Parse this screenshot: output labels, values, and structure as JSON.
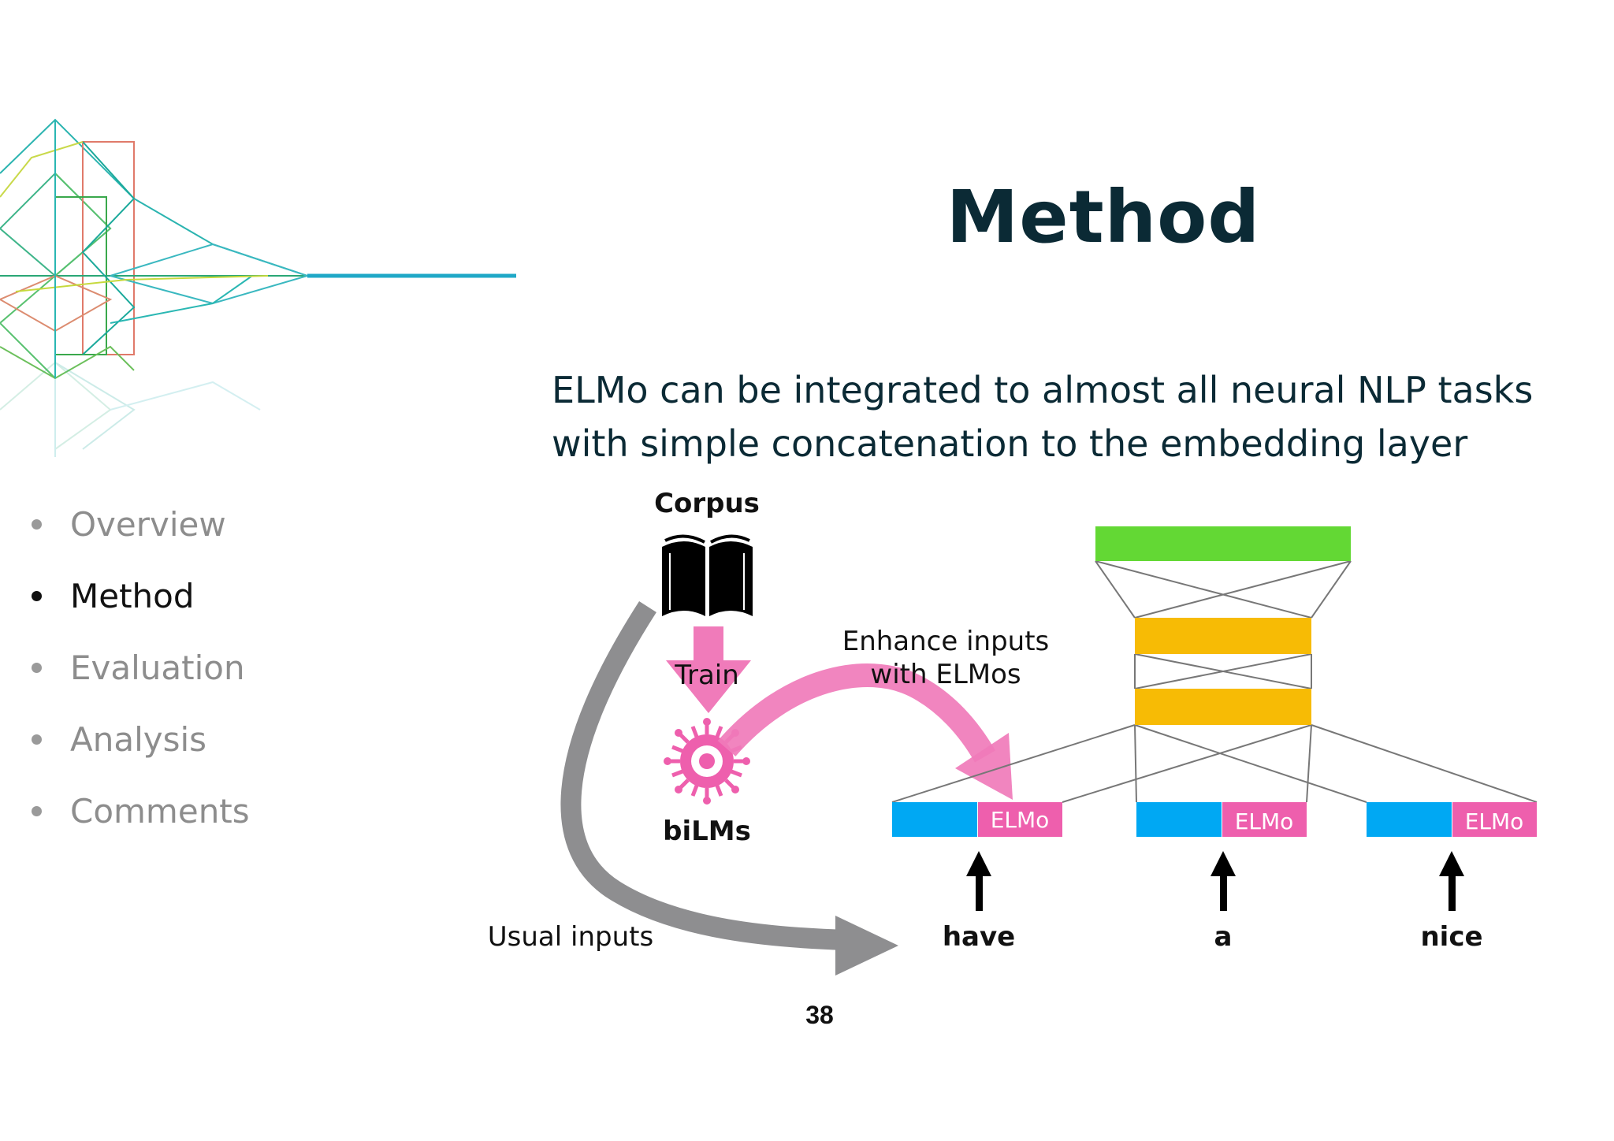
{
  "slide": {
    "title": "Method",
    "subtitle_line1": "ELMo can be integrated to almost all neural NLP tasks",
    "subtitle_line2": "with simple concatenation to the embedding layer",
    "page_number": "38"
  },
  "nav": {
    "items": [
      {
        "label": "Overview",
        "active": false
      },
      {
        "label": "Method",
        "active": true
      },
      {
        "label": "Evaluation",
        "active": false
      },
      {
        "label": "Analysis",
        "active": false
      },
      {
        "label": "Comments",
        "active": false
      }
    ]
  },
  "diagram": {
    "corpus_label": "Corpus",
    "train_label": "Train",
    "bilms_label": "biLMs",
    "enhance_label_line1": "Enhance inputs",
    "enhance_label_line2": "with ELMos",
    "usual_inputs_label": "Usual inputs",
    "elmo_box_label": "ELMo",
    "words": [
      "have",
      "a",
      "nice"
    ],
    "colors": {
      "output_layer": "#63d834",
      "hidden_layer": "#f7bb05",
      "word_embedding": "#00a8f3",
      "elmo_embedding": "#ee5fad",
      "pink_arrow": "#f07bba",
      "gray_arrow": "#8e8e90"
    }
  }
}
